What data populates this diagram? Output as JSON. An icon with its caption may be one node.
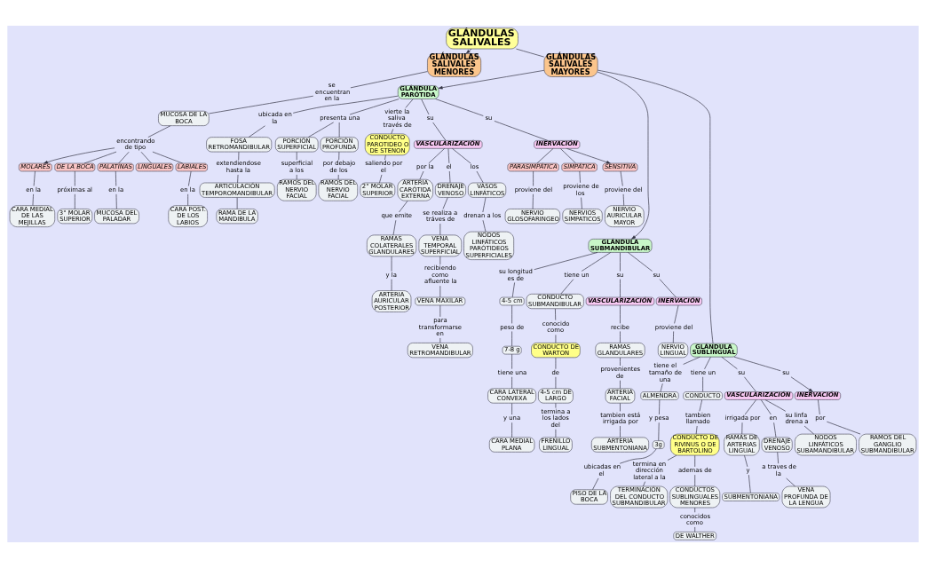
{
  "diagram": {
    "nodes": [
      {
        "text": [
          "GLÁNDULAS SALIVALES"
        ]
      },
      {
        "text": [
          "GLÁNDULAS SALIVALES MENORES"
        ]
      },
      {
        "text": [
          "GLÁNDULAS SALIVALES MAYORES"
        ]
      },
      {
        "text": [
          "se encuentran en la"
        ]
      },
      {
        "text": [
          "MUCOSA DE LA BOCA"
        ]
      },
      {
        "text": [
          "encontrando de tipo"
        ]
      },
      {
        "text": [
          "MOLARES"
        ]
      },
      {
        "text": [
          "en la"
        ]
      },
      {
        "text": [
          "CARA MEDIAL DE LAS MEJILLAS"
        ]
      },
      {
        "text": [
          "DE LA BOCA"
        ]
      },
      {
        "text": [
          "próximas al"
        ]
      },
      {
        "text": [
          "3° MOLAR SUPERIOR"
        ]
      },
      {
        "text": [
          "PALATINAS"
        ]
      },
      {
        "text": [
          "en la"
        ]
      },
      {
        "text": [
          "MUCOSA DEL PALADAR"
        ]
      },
      {
        "text": [
          "LINGUALES"
        ]
      },
      {
        "text": [
          "LABIALES"
        ]
      },
      {
        "text": [
          "en la"
        ]
      },
      {
        "text": [
          "CARA POST. DE LOS LABIOS"
        ]
      },
      {
        "text": [
          "GLÁNDULA PARÓTIDA"
        ]
      },
      {
        "text": [
          "ubicada en la"
        ]
      },
      {
        "text": [
          "FOSA RETROMANDIBULAR"
        ]
      },
      {
        "text": [
          "extendiendose hasta la"
        ]
      },
      {
        "text": [
          "ARTICULACIÓN TEMPOROMANDIBULAR"
        ]
      },
      {
        "text": [
          "RAMA DE LA MANDIBULA"
        ]
      },
      {
        "text": [
          "presenta una"
        ]
      },
      {
        "text": [
          "PORCIÓN SUPERFICIAL"
        ]
      },
      {
        "text": [
          "superficial a los"
        ]
      },
      {
        "text": [
          "RAMOS DEL NERVIO FACIAL"
        ]
      },
      {
        "text": [
          "PORCIÓN PROFUNDA"
        ]
      },
      {
        "text": [
          "por debajo de los"
        ]
      },
      {
        "text": [
          "RAMOS DEL NERVIO FACIAL"
        ]
      },
      {
        "text": [
          "vierte la saliva través de"
        ]
      },
      {
        "text": [
          "CONDUCTO PAROTIDEO O DE STENON"
        ]
      },
      {
        "text": [
          "saliendo por el"
        ]
      },
      {
        "text": [
          "2° MOLAR SUPERIOR"
        ]
      },
      {
        "text": [
          "su"
        ]
      },
      {
        "text": [
          "VASCULARIZACIÓN"
        ]
      },
      {
        "text": [
          "su"
        ]
      },
      {
        "text": [
          "INERVACIÓN"
        ]
      },
      {
        "text": [
          "por la"
        ]
      },
      {
        "text": [
          "ARTERIA CARÓTIDA EXTERNA"
        ]
      },
      {
        "text": [
          "que emite"
        ]
      },
      {
        "text": [
          "RAMAS COLATERALES GLANDULARES"
        ]
      },
      {
        "text": [
          "y la"
        ]
      },
      {
        "text": [
          "ARTERIA AURICULAR POSTERIOR"
        ]
      },
      {
        "text": [
          "el"
        ]
      },
      {
        "text": [
          "DRENAJE VENOSO"
        ]
      },
      {
        "text": [
          "se realiza a tráves de"
        ]
      },
      {
        "text": [
          "VENA TEMPORAL SUPERFICIAL"
        ]
      },
      {
        "text": [
          "recibiendo como afluente la"
        ]
      },
      {
        "text": [
          "VENA MAXILAR"
        ]
      },
      {
        "text": [
          "para transformarse en"
        ]
      },
      {
        "text": [
          "VENA RETROMANDIBULAR"
        ]
      },
      {
        "text": [
          "los"
        ]
      },
      {
        "text": [
          "VASOS LINFÁTICOS"
        ]
      },
      {
        "text": [
          "drenan a los"
        ]
      },
      {
        "text": [
          "NODOS LINFÁTICOS PARÓTIDEOS SUPERFICIALES"
        ]
      },
      {
        "text": [
          "PARASIMPÁTICA"
        ]
      },
      {
        "text": [
          "proviene del"
        ]
      },
      {
        "text": [
          "NERVIO GLOSOFARINGEO"
        ]
      },
      {
        "text": [
          "SIMPÁTICA"
        ]
      },
      {
        "text": [
          "proviene de los"
        ]
      },
      {
        "text": [
          "NERVIOS SIMPATICOS"
        ]
      },
      {
        "text": [
          "SENSITIVA"
        ]
      },
      {
        "text": [
          "proviene del"
        ]
      },
      {
        "text": [
          "NERVIO AURICULAR MAYOR"
        ]
      },
      {
        "text": [
          "GLÁNDULA SUBMANDIBULAR"
        ]
      },
      {
        "text": [
          "su longitud es de"
        ]
      },
      {
        "text": [
          "4-5 cm"
        ]
      },
      {
        "text": [
          "peso de"
        ]
      },
      {
        "text": [
          "7-8 g"
        ]
      },
      {
        "text": [
          "tiene una"
        ]
      },
      {
        "text": [
          "CARA LATERAL CONVEXA"
        ]
      },
      {
        "text": [
          "y una"
        ]
      },
      {
        "text": [
          "CARA MEDIAL PLANA"
        ]
      },
      {
        "text": [
          "tiene un"
        ]
      },
      {
        "text": [
          "CONDUCTO SUBMANDIBULAR"
        ]
      },
      {
        "text": [
          "conocido como"
        ]
      },
      {
        "text": [
          "CONDUCTO DE WARTON"
        ]
      },
      {
        "text": [
          "de"
        ]
      },
      {
        "text": [
          "4-5 cm DE LARGO"
        ]
      },
      {
        "text": [
          "termina a los lados del"
        ]
      },
      {
        "text": [
          "FRENILLO LINGUAL"
        ]
      },
      {
        "text": [
          "su"
        ]
      },
      {
        "text": [
          "VASCULARIZACIÓN"
        ]
      },
      {
        "text": [
          "recibe"
        ]
      },
      {
        "text": [
          "RAMAS GLANDULARES"
        ]
      },
      {
        "text": [
          "provenientes de"
        ]
      },
      {
        "text": [
          "ARTERIA FACIAL"
        ]
      },
      {
        "text": [
          "tambien está irrigada por"
        ]
      },
      {
        "text": [
          "ARTERIA SUBMENTONIANA"
        ]
      },
      {
        "text": [
          "su"
        ]
      },
      {
        "text": [
          "INERVACIÓN"
        ]
      },
      {
        "text": [
          "proviene del"
        ]
      },
      {
        "text": [
          "NERVIO LINGUAL"
        ]
      },
      {
        "text": [
          "GLÁNDULA SUBLINGUAL"
        ]
      },
      {
        "text": [
          "tiene el tamaño de una"
        ]
      },
      {
        "text": [
          "ALMENDRA"
        ]
      },
      {
        "text": [
          "y pesa"
        ]
      },
      {
        "text": [
          "3g"
        ]
      },
      {
        "text": [
          "ubicadas en el"
        ]
      },
      {
        "text": [
          "PISO DE LA BOCA"
        ]
      },
      {
        "text": [
          "tiene un"
        ]
      },
      {
        "text": [
          "CONDUCTO"
        ]
      },
      {
        "text": [
          "tambien llamado"
        ]
      },
      {
        "text": [
          "CONDUCTO DE RIVINUS O DE BARTOLINO"
        ]
      },
      {
        "text": [
          "termina en dirección lateral a la"
        ]
      },
      {
        "text": [
          "TERMINACIÓN DEL CONDUCTO SUBMANDIBULAR"
        ]
      },
      {
        "text": [
          "ademas de"
        ]
      },
      {
        "text": [
          "CONDUCTOS SUBLINGUALES MENORES"
        ]
      },
      {
        "text": [
          "conocidos como"
        ]
      },
      {
        "text": [
          "DE WALTHER"
        ]
      },
      {
        "text": [
          "su"
        ]
      },
      {
        "text": [
          "VASCULARIZACIÓN"
        ]
      },
      {
        "text": [
          "irrigada por"
        ]
      },
      {
        "text": [
          "RAMAS DE ARTERIAS LINGUAL"
        ]
      },
      {
        "text": [
          "y"
        ]
      },
      {
        "text": [
          "SUBMENTONIANA"
        ]
      },
      {
        "text": [
          "en"
        ]
      },
      {
        "text": [
          "DRENAJE VENOSO"
        ]
      },
      {
        "text": [
          "a traves de la"
        ]
      },
      {
        "text": [
          "VENA PROFUNDA DE LA LENGUA"
        ]
      },
      {
        "text": [
          "su linfa drena a"
        ]
      },
      {
        "text": [
          "NODOS LINFÁTICOS SUBAMANDIBULAR"
        ]
      },
      {
        "text": [
          "su"
        ]
      },
      {
        "text": [
          "INERVACIÓN"
        ]
      },
      {
        "text": [
          "por"
        ]
      },
      {
        "text": [
          "RAMOS DEL GANGLIO SUBMANDIBULAR"
        ]
      }
    ],
    "edges": [
      {
        "from": 0,
        "to": 1,
        "arrow": "to"
      },
      {
        "from": 0,
        "to": 2,
        "arrow": "none"
      },
      {
        "from": 2,
        "to": 19,
        "arrow": "to"
      },
      {
        "from": 2,
        "to": 67,
        "arrow": "to"
      },
      {
        "from": 2,
        "to": 96,
        "arrow": "none"
      },
      {
        "from": 1,
        "to": 3,
        "arrow": "none"
      },
      {
        "from": 3,
        "to": 4,
        "arrow": "none"
      },
      {
        "from": 4,
        "to": 5,
        "arrow": "none"
      },
      {
        "from": 5,
        "to": 6,
        "arrow": "to"
      },
      {
        "from": 6,
        "to": 7,
        "arrow": "none"
      },
      {
        "from": 7,
        "to": 8,
        "arrow": "none"
      },
      {
        "from": 5,
        "to": 9,
        "arrow": "none"
      },
      {
        "from": 9,
        "to": 10,
        "arrow": "none"
      },
      {
        "from": 10,
        "to": 11,
        "arrow": "none"
      },
      {
        "from": 5,
        "to": 12,
        "arrow": "none"
      },
      {
        "from": 12,
        "to": 13,
        "arrow": "none"
      },
      {
        "from": 13,
        "to": 14,
        "arrow": "none"
      },
      {
        "from": 5,
        "to": 15,
        "arrow": "none"
      },
      {
        "from": 5,
        "to": 16,
        "arrow": "none"
      },
      {
        "from": 16,
        "to": 17,
        "arrow": "none"
      },
      {
        "from": 17,
        "to": 18,
        "arrow": "none"
      },
      {
        "from": 19,
        "to": 20,
        "arrow": "none"
      },
      {
        "from": 20,
        "to": 21,
        "arrow": "none"
      },
      {
        "from": 21,
        "to": 22,
        "arrow": "none"
      },
      {
        "from": 22,
        "to": 23,
        "arrow": "none"
      },
      {
        "from": 23,
        "to": 24,
        "arrow": "none"
      },
      {
        "from": 19,
        "to": 25,
        "arrow": "none"
      },
      {
        "from": 25,
        "to": 26,
        "arrow": "none"
      },
      {
        "from": 25,
        "to": 29,
        "arrow": "none"
      },
      {
        "from": 26,
        "to": 27,
        "arrow": "none"
      },
      {
        "from": 27,
        "to": 28,
        "arrow": "none"
      },
      {
        "from": 29,
        "to": 30,
        "arrow": "none"
      },
      {
        "from": 30,
        "to": 31,
        "arrow": "none"
      },
      {
        "from": 19,
        "to": 32,
        "arrow": "none"
      },
      {
        "from": 32,
        "to": 33,
        "arrow": "none"
      },
      {
        "from": 33,
        "to": 34,
        "arrow": "none"
      },
      {
        "from": 34,
        "to": 35,
        "arrow": "none"
      },
      {
        "from": 19,
        "to": 36,
        "arrow": "none"
      },
      {
        "from": 36,
        "to": 37,
        "arrow": "none"
      },
      {
        "from": 19,
        "to": 38,
        "arrow": "none"
      },
      {
        "from": 38,
        "to": 39,
        "arrow": "none"
      },
      {
        "from": 37,
        "to": 40,
        "arrow": "none"
      },
      {
        "from": 40,
        "to": 41,
        "arrow": "none"
      },
      {
        "from": 41,
        "to": 42,
        "arrow": "none"
      },
      {
        "from": 42,
        "to": 43,
        "arrow": "none"
      },
      {
        "from": 43,
        "to": 44,
        "arrow": "none"
      },
      {
        "from": 44,
        "to": 45,
        "arrow": "none"
      },
      {
        "from": 37,
        "to": 46,
        "arrow": "none"
      },
      {
        "from": 46,
        "to": 47,
        "arrow": "none"
      },
      {
        "from": 47,
        "to": 48,
        "arrow": "none"
      },
      {
        "from": 48,
        "to": 49,
        "arrow": "none"
      },
      {
        "from": 49,
        "to": 50,
        "arrow": "none"
      },
      {
        "from": 50,
        "to": 51,
        "arrow": "none"
      },
      {
        "from": 51,
        "to": 52,
        "arrow": "none"
      },
      {
        "from": 52,
        "to": 53,
        "arrow": "none"
      },
      {
        "from": 37,
        "to": 54,
        "arrow": "none"
      },
      {
        "from": 54,
        "to": 55,
        "arrow": "none"
      },
      {
        "from": 55,
        "to": 56,
        "arrow": "none"
      },
      {
        "from": 56,
        "to": 57,
        "arrow": "none"
      },
      {
        "from": 39,
        "to": 58,
        "arrow": "none"
      },
      {
        "from": 58,
        "to": 59,
        "arrow": "none"
      },
      {
        "from": 59,
        "to": 60,
        "arrow": "none"
      },
      {
        "from": 39,
        "to": 61,
        "arrow": "none"
      },
      {
        "from": 61,
        "to": 62,
        "arrow": "none"
      },
      {
        "from": 62,
        "to": 63,
        "arrow": "none"
      },
      {
        "from": 39,
        "to": 64,
        "arrow": "to"
      },
      {
        "from": 64,
        "to": 65,
        "arrow": "none"
      },
      {
        "from": 65,
        "to": 66,
        "arrow": "none"
      },
      {
        "from": 67,
        "to": 68,
        "arrow": "none"
      },
      {
        "from": 68,
        "to": 69,
        "arrow": "none"
      },
      {
        "from": 69,
        "to": 70,
        "arrow": "none"
      },
      {
        "from": 70,
        "to": 71,
        "arrow": "none"
      },
      {
        "from": 71,
        "to": 72,
        "arrow": "none"
      },
      {
        "from": 72,
        "to": 73,
        "arrow": "none"
      },
      {
        "from": 73,
        "to": 74,
        "arrow": "none"
      },
      {
        "from": 74,
        "to": 75,
        "arrow": "none"
      },
      {
        "from": 67,
        "to": 76,
        "arrow": "none"
      },
      {
        "from": 76,
        "to": 77,
        "arrow": "none"
      },
      {
        "from": 77,
        "to": 78,
        "arrow": "none"
      },
      {
        "from": 78,
        "to": 79,
        "arrow": "none"
      },
      {
        "from": 79,
        "to": 80,
        "arrow": "none"
      },
      {
        "from": 80,
        "to": 81,
        "arrow": "none"
      },
      {
        "from": 81,
        "to": 82,
        "arrow": "none"
      },
      {
        "from": 82,
        "to": 83,
        "arrow": "none"
      },
      {
        "from": 67,
        "to": 84,
        "arrow": "none"
      },
      {
        "from": 84,
        "to": 85,
        "arrow": "none"
      },
      {
        "from": 85,
        "to": 86,
        "arrow": "none"
      },
      {
        "from": 86,
        "to": 87,
        "arrow": "none"
      },
      {
        "from": 87,
        "to": 88,
        "arrow": "none"
      },
      {
        "from": 88,
        "to": 89,
        "arrow": "none"
      },
      {
        "from": 89,
        "to": 90,
        "arrow": "none"
      },
      {
        "from": 90,
        "to": 91,
        "arrow": "none"
      },
      {
        "from": 67,
        "to": 92,
        "arrow": "none"
      },
      {
        "from": 92,
        "to": 93,
        "arrow": "none"
      },
      {
        "from": 93,
        "to": 94,
        "arrow": "none"
      },
      {
        "from": 94,
        "to": 95,
        "arrow": "none"
      },
      {
        "from": 96,
        "to": 97,
        "arrow": "none"
      },
      {
        "from": 97,
        "to": 98,
        "arrow": "none"
      },
      {
        "from": 98,
        "to": 99,
        "arrow": "none"
      },
      {
        "from": 99,
        "to": 100,
        "arrow": "none"
      },
      {
        "from": 100,
        "to": 101,
        "arrow": "none"
      },
      {
        "from": 101,
        "to": 102,
        "arrow": "none"
      },
      {
        "from": 96,
        "to": 103,
        "arrow": "none"
      },
      {
        "from": 103,
        "to": 104,
        "arrow": "none"
      },
      {
        "from": 104,
        "to": 105,
        "arrow": "none"
      },
      {
        "from": 105,
        "to": 106,
        "arrow": "none"
      },
      {
        "from": 106,
        "to": 107,
        "arrow": "none"
      },
      {
        "from": 107,
        "to": 108,
        "arrow": "none"
      },
      {
        "from": 106,
        "to": 109,
        "arrow": "none"
      },
      {
        "from": 109,
        "to": 110,
        "arrow": "none"
      },
      {
        "from": 110,
        "to": 111,
        "arrow": "none"
      },
      {
        "from": 111,
        "to": 112,
        "arrow": "none"
      },
      {
        "from": 96,
        "to": 113,
        "arrow": "none"
      },
      {
        "from": 113,
        "to": 114,
        "arrow": "none"
      },
      {
        "from": 114,
        "to": 115,
        "arrow": "none"
      },
      {
        "from": 115,
        "to": 116,
        "arrow": "none"
      },
      {
        "from": 116,
        "to": 117,
        "arrow": "none"
      },
      {
        "from": 117,
        "to": 118,
        "arrow": "none"
      },
      {
        "from": 114,
        "to": 119,
        "arrow": "none"
      },
      {
        "from": 119,
        "to": 120,
        "arrow": "none"
      },
      {
        "from": 120,
        "to": 121,
        "arrow": "none"
      },
      {
        "from": 121,
        "to": 122,
        "arrow": "none"
      },
      {
        "from": 114,
        "to": 123,
        "arrow": "none"
      },
      {
        "from": 123,
        "to": 124,
        "arrow": "none"
      },
      {
        "from": 96,
        "to": 125,
        "arrow": "none"
      },
      {
        "from": 125,
        "to": 126,
        "arrow": "to"
      },
      {
        "from": 126,
        "to": 127,
        "arrow": "none"
      },
      {
        "from": 127,
        "to": 128,
        "arrow": "none"
      }
    ]
  }
}
